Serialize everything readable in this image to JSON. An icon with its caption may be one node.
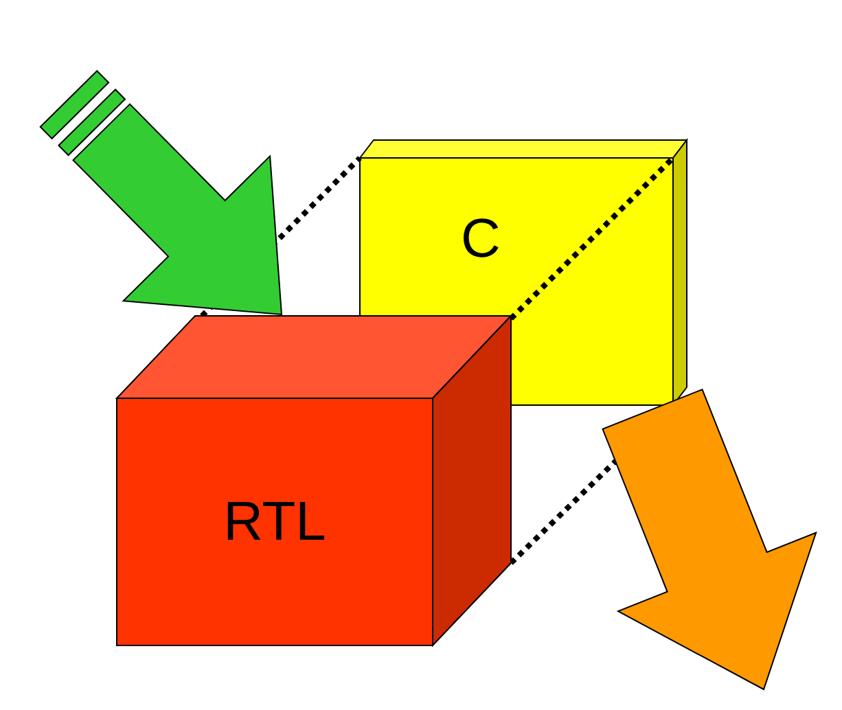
{
  "diagram": {
    "nodes": [
      {
        "text": [
          "C"
        ]
      },
      {
        "text": [
          "RTL"
        ]
      }
    ],
    "edges": [
      {
        "from": 1,
        "to": 0,
        "arrow": "none",
        "style": "dashed"
      },
      {
        "from": 1,
        "to": 0,
        "arrow": "none",
        "style": "dashed"
      },
      {
        "from": 1,
        "to": 0,
        "arrow": "none",
        "style": "dashed"
      },
      {
        "from": null,
        "to": 1,
        "arrow": "to",
        "style": "thick",
        "color": "#33cc33"
      },
      {
        "from": 0,
        "to": null,
        "arrow": "to",
        "style": "thick",
        "color": "#ff9900"
      }
    ]
  }
}
